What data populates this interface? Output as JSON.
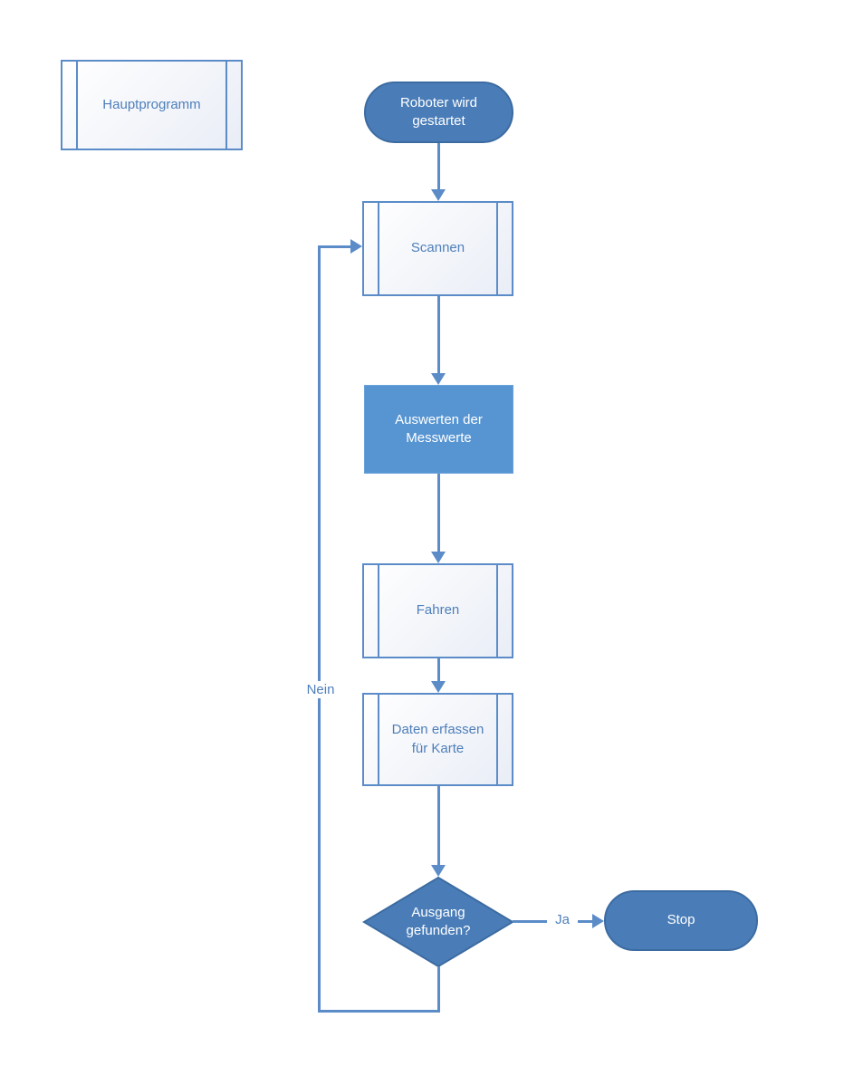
{
  "diagram": {
    "title_node": {
      "label": "Hauptprogramm"
    },
    "nodes": {
      "start": {
        "label": "Roboter wird gestartet",
        "type": "terminator"
      },
      "scannen": {
        "label": "Scannen",
        "type": "predefined-process"
      },
      "auswerten": {
        "label": "Auswerten der Messwerte",
        "type": "process"
      },
      "fahren": {
        "label": "Fahren",
        "type": "predefined-process"
      },
      "daten": {
        "label": "Daten erfassen für Karte",
        "type": "predefined-process"
      },
      "decision": {
        "label": "Ausgang gefunden?",
        "type": "decision"
      },
      "stop": {
        "label": "Stop",
        "type": "terminator"
      }
    },
    "edge_labels": {
      "ja": "Ja",
      "nein": "Nein"
    },
    "colors": {
      "line": "#5b8cc8",
      "dark_fill": "#4a7db8",
      "dark_border": "#3c6ba1",
      "medium_fill": "#5795d2",
      "medium_border": "#6ba2da",
      "light_fill_end": "#e9edf6",
      "text_blue": "#4e7fba"
    }
  }
}
